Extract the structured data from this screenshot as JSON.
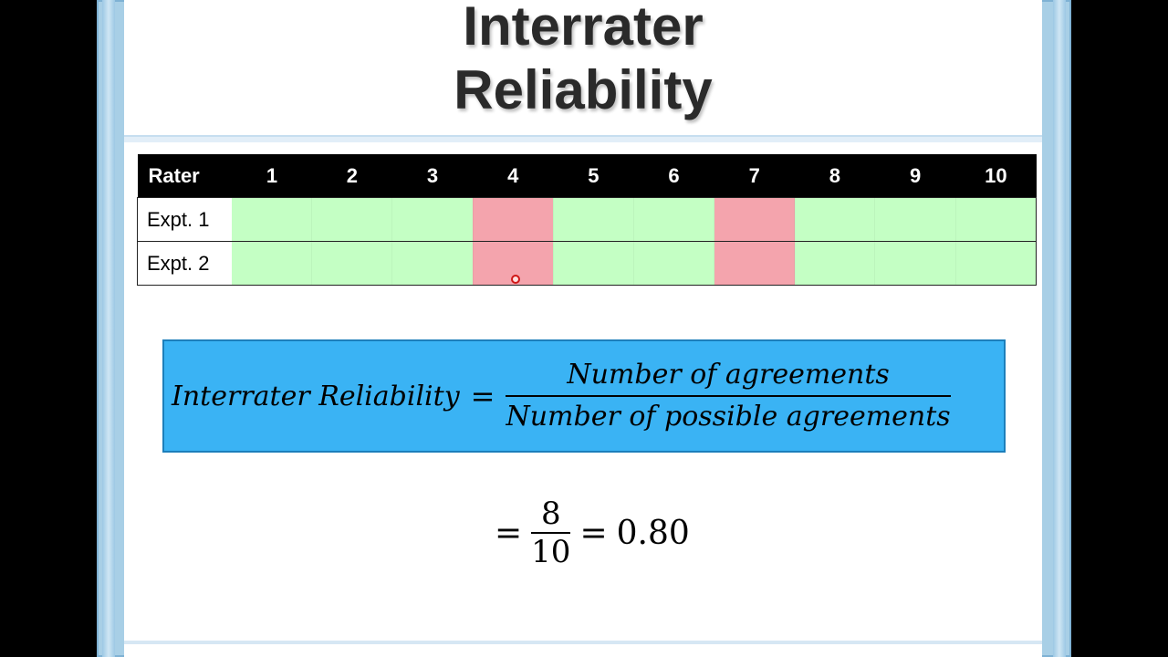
{
  "title_lines": [
    "Interrater",
    "Reliability"
  ],
  "table": {
    "header_label": "Rater",
    "columns": [
      "1",
      "2",
      "3",
      "4",
      "5",
      "6",
      "7",
      "8",
      "9",
      "10"
    ],
    "rows": [
      {
        "label": "Expt. 1",
        "agreement": [
          true,
          true,
          true,
          false,
          true,
          true,
          false,
          true,
          true,
          true
        ]
      },
      {
        "label": "Expt. 2",
        "agreement": [
          true,
          true,
          true,
          false,
          true,
          true,
          false,
          true,
          true,
          true
        ]
      }
    ]
  },
  "colors": {
    "agree": "#c4ffc4",
    "disagree": "#f4a4ad",
    "formula_bg": "#3ab3f4"
  },
  "formula": {
    "lhs": "Interrater Reliability",
    "equals": "=",
    "numerator": "Number of agreements",
    "denominator": "Number of possible agreements"
  },
  "result": {
    "equals_1": "=",
    "numerator": "8",
    "denominator": "10",
    "equals_2": "=",
    "value": "0.80"
  }
}
